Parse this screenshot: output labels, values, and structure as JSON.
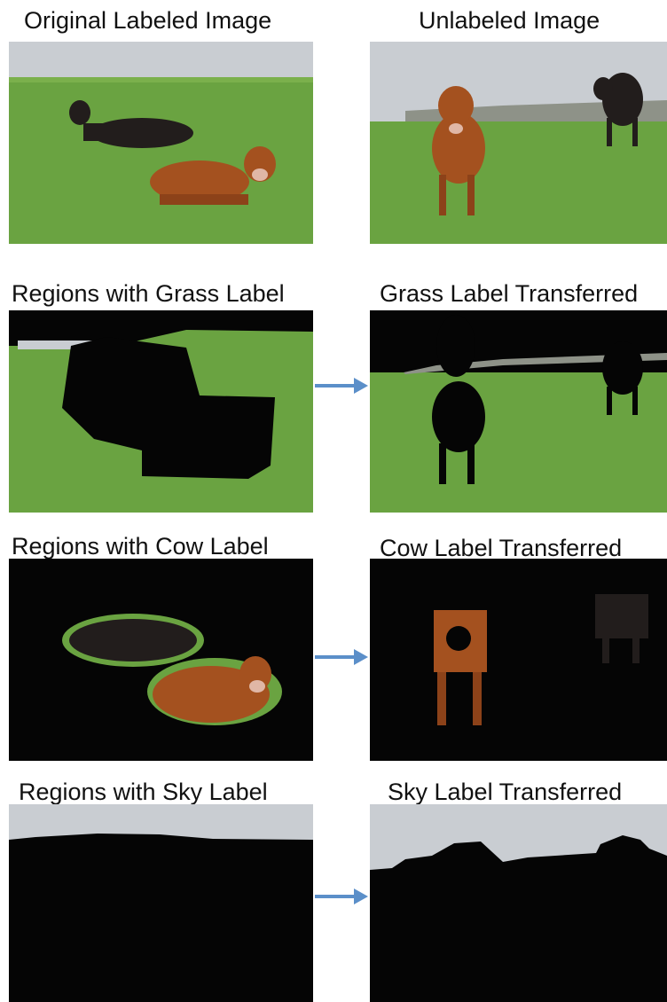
{
  "captions": {
    "original": "Original Labeled Image",
    "unlabeled": "Unlabeled Image",
    "grass_regions": "Regions with Grass Label",
    "grass_transferred": "Grass Label Transferred",
    "cow_regions": "Regions with Cow Label",
    "cow_transferred": "Cow Label Transferred",
    "sky_regions": "Regions with Sky Label",
    "sky_transferred": "Sky Label Transferred"
  },
  "colors": {
    "grass": "#6aa341",
    "grass_dark": "#4f8a2c",
    "sky": "#c9cdd2",
    "wall": "#8e9288",
    "cow_black": "#221d1c",
    "cow_brown": "#a4511f",
    "mask": "#050505",
    "arrow": "#5b8fc9"
  }
}
